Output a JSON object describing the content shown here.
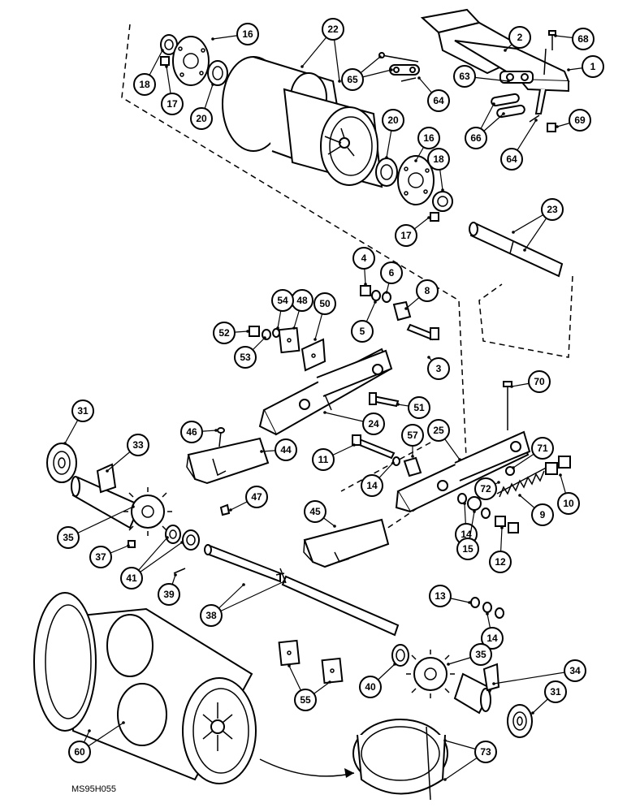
{
  "figure_code": "MS95H055",
  "callouts": [
    {
      "label": "1"
    },
    {
      "label": "2"
    },
    {
      "label": "3"
    },
    {
      "label": "4"
    },
    {
      "label": "5"
    },
    {
      "label": "6"
    },
    {
      "label": "8"
    },
    {
      "label": "9"
    },
    {
      "label": "10"
    },
    {
      "label": "11"
    },
    {
      "label": "12"
    },
    {
      "label": "13"
    },
    {
      "label": "14"
    },
    {
      "label": "14"
    },
    {
      "label": "14"
    },
    {
      "label": "15"
    },
    {
      "label": "16"
    },
    {
      "label": "16"
    },
    {
      "label": "17"
    },
    {
      "label": "17"
    },
    {
      "label": "18"
    },
    {
      "label": "18"
    },
    {
      "label": "20"
    },
    {
      "label": "20"
    },
    {
      "label": "22"
    },
    {
      "label": "23"
    },
    {
      "label": "24"
    },
    {
      "label": "25"
    },
    {
      "label": "31"
    },
    {
      "label": "31"
    },
    {
      "label": "33"
    },
    {
      "label": "34"
    },
    {
      "label": "35"
    },
    {
      "label": "35"
    },
    {
      "label": "37"
    },
    {
      "label": "38"
    },
    {
      "label": "39"
    },
    {
      "label": "40"
    },
    {
      "label": "41"
    },
    {
      "label": "44"
    },
    {
      "label": "45"
    },
    {
      "label": "46"
    },
    {
      "label": "47"
    },
    {
      "label": "48"
    },
    {
      "label": "50"
    },
    {
      "label": "51"
    },
    {
      "label": "52"
    },
    {
      "label": "53"
    },
    {
      "label": "54"
    },
    {
      "label": "55"
    },
    {
      "label": "57"
    },
    {
      "label": "60"
    },
    {
      "label": "63"
    },
    {
      "label": "64"
    },
    {
      "label": "64"
    },
    {
      "label": "65"
    },
    {
      "label": "66"
    },
    {
      "label": "68"
    },
    {
      "label": "69"
    },
    {
      "label": "70"
    },
    {
      "label": "71"
    },
    {
      "label": "72"
    },
    {
      "label": "73"
    }
  ]
}
